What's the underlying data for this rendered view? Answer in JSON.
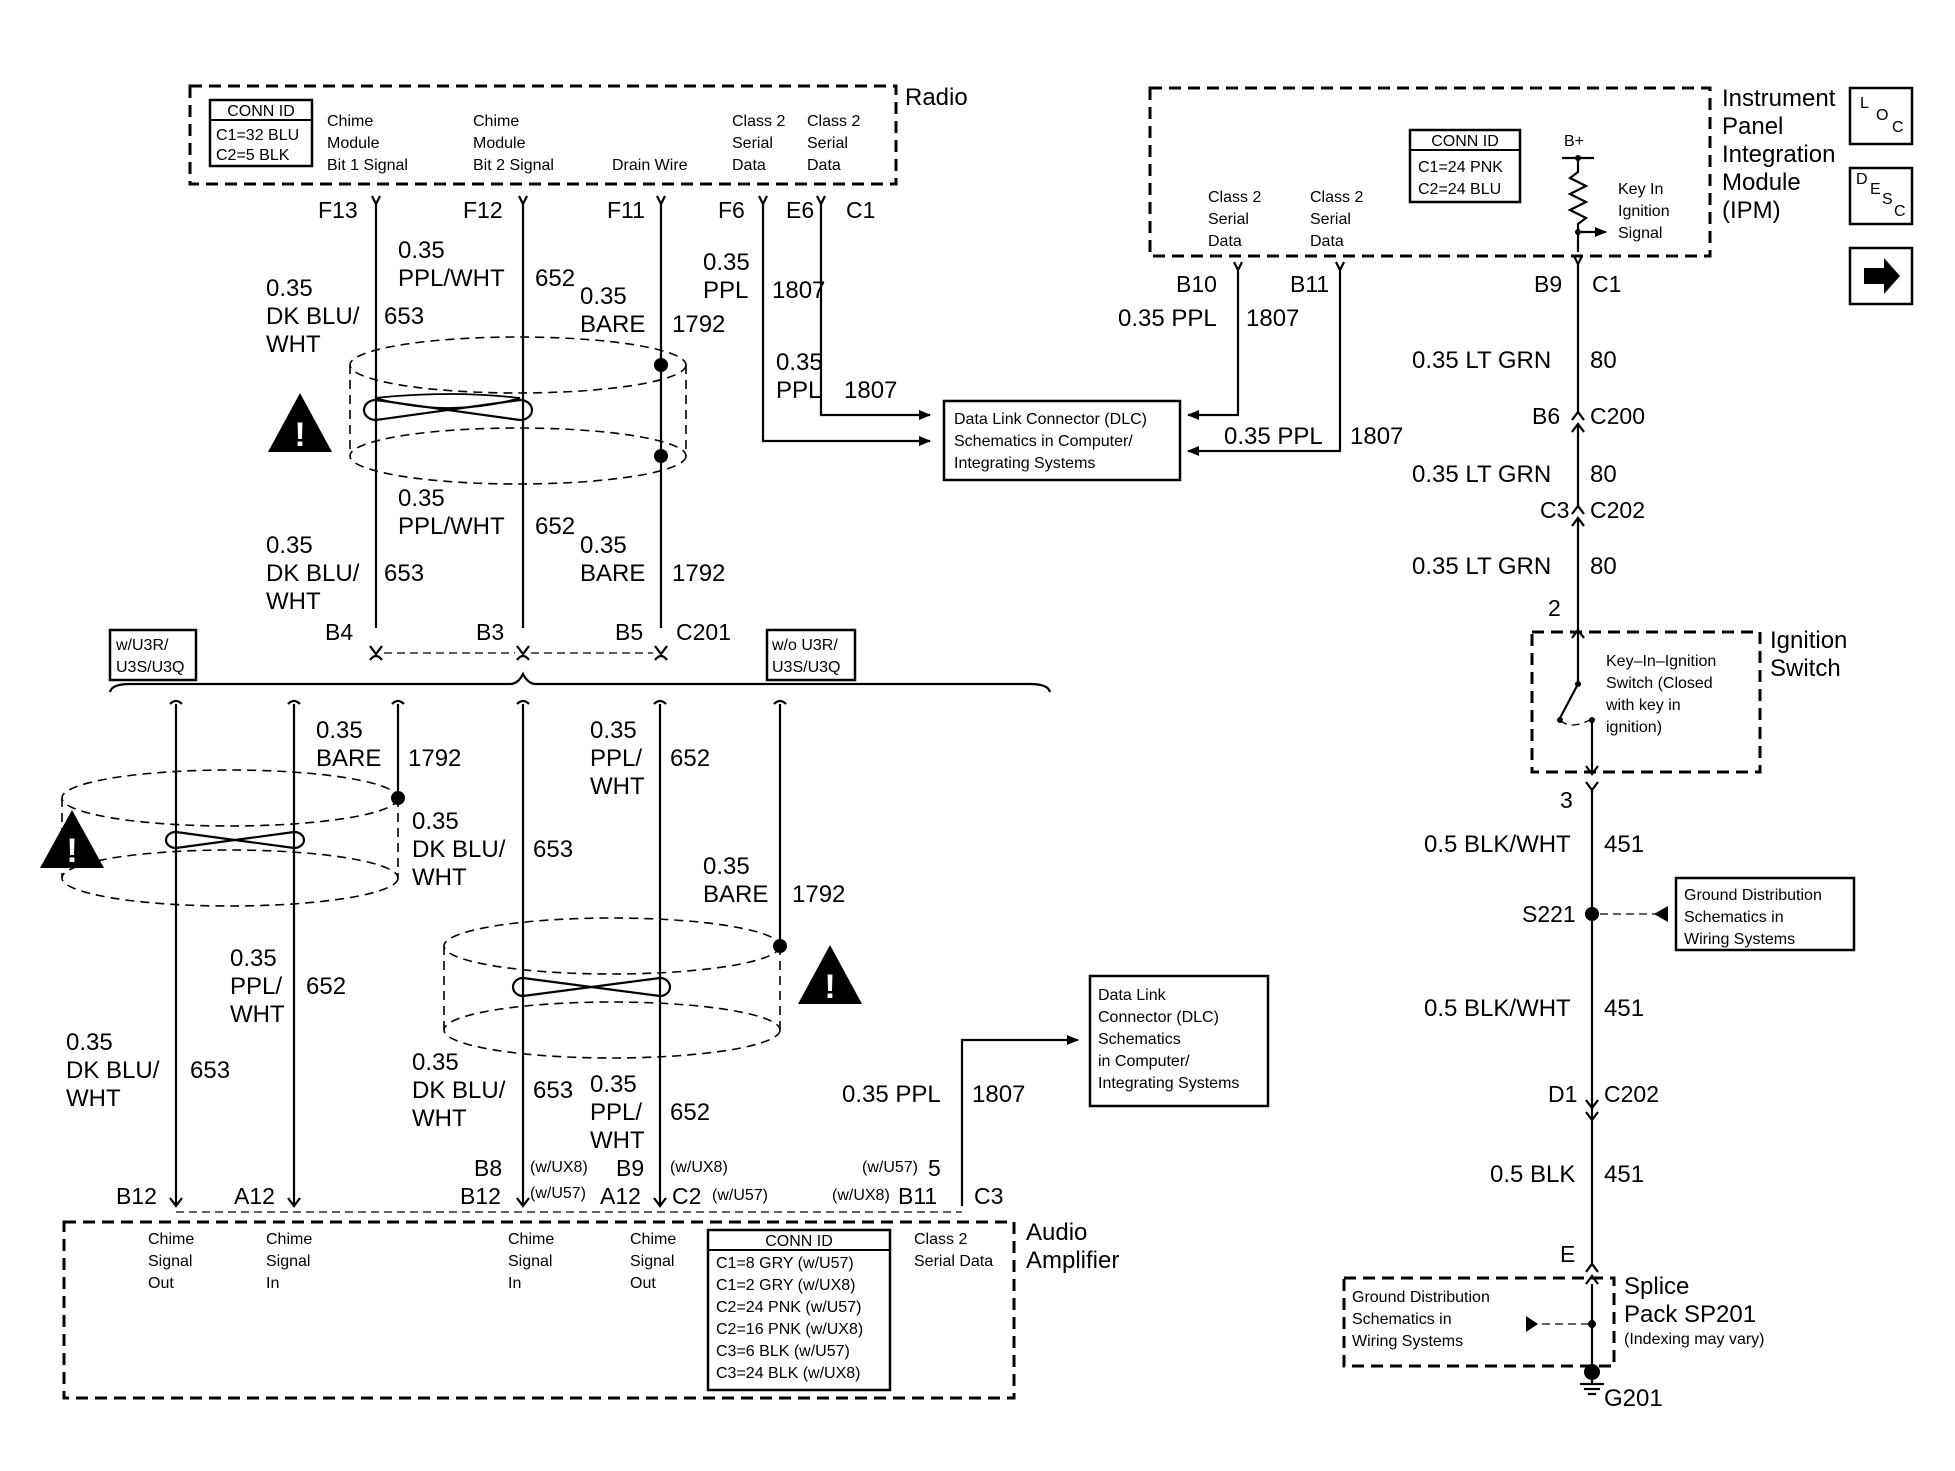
{
  "radio": {
    "name": "Radio",
    "conn_title": "CONN ID",
    "conn_lines": [
      "C1=32 BLU",
      "C2=5 BLK"
    ],
    "pin_labels": {
      "chime1": [
        "Chime",
        "Module",
        "Bit 1 Signal"
      ],
      "chime2": [
        "Chime",
        "Module",
        "Bit 2 Signal"
      ],
      "drain": "Drain Wire",
      "class2a": [
        "Class 2",
        "Serial",
        "Data"
      ],
      "class2b": [
        "Class 2",
        "Serial",
        "Data"
      ]
    },
    "pins": {
      "f13": "F13",
      "f12": "F12",
      "f11": "F11",
      "f6": "F6",
      "e6": "E6",
      "c1": "C1"
    }
  },
  "upper_wires": {
    "w653_top": [
      "0.35",
      "DK BLU/",
      "WHT"
    ],
    "n653_top": "653",
    "w652_top": [
      "0.35",
      "PPL/WHT"
    ],
    "n652_top": "652",
    "wbare_top": [
      "0.35",
      "BARE"
    ],
    "n1792_top": "1792",
    "w653_mid": [
      "0.35",
      "DK BLU/",
      "WHT"
    ],
    "n653_mid": "653",
    "w652_mid": [
      "0.35",
      "PPL/WHT"
    ],
    "n652_mid": "652",
    "wbare_mid": [
      "0.35",
      "BARE"
    ],
    "n1792_mid": "1792",
    "wppl_f6": [
      "0.35",
      "PPL"
    ],
    "n1807_f6": "1807",
    "wppl_e6": [
      "0.35",
      "PPL"
    ],
    "n1807_e6": "1807"
  },
  "c201": {
    "b4": "B4",
    "b3": "B3",
    "b5": "B5",
    "name": "C201"
  },
  "options": {
    "with": [
      "w/U3R/",
      "U3S/U3Q"
    ],
    "without": [
      "w/o U3R/",
      "U3S/U3Q"
    ]
  },
  "lower_wires": {
    "wbare_l": [
      "0.35",
      "BARE"
    ],
    "n1792_l": "1792",
    "w653_l": [
      "0.35",
      "DK BLU/",
      "WHT"
    ],
    "n653_l": "653",
    "w652_l": [
      "0.35",
      "PPL/",
      "WHT"
    ],
    "n652_l": "652",
    "w653_ll": [
      "0.35",
      "DK BLU/",
      "WHT"
    ],
    "n653_ll": "653",
    "w652_r": [
      "0.35",
      "PPL/",
      "WHT"
    ],
    "n652_r": "652",
    "w653_rl": [
      "0.35",
      "DK BLU/",
      "WHT"
    ],
    "n653_rl": "653",
    "wbare_r": [
      "0.35",
      "BARE"
    ],
    "n1792_r": "1792",
    "w652_rl": [
      "0.35",
      "PPL/",
      "WHT"
    ],
    "n652_rl": "652",
    "wppl_amp": "0.35 PPL",
    "n1807_amp": "1807"
  },
  "dlc_box_1": [
    "Data Link Connector (DLC)",
    "Schematics in Computer/",
    "Integrating Systems"
  ],
  "dlc_box_2": [
    "Data Link",
    "Connector (DLC)",
    "Schematics",
    "in Computer/",
    "Integrating Systems"
  ],
  "ipm": {
    "name": [
      "Instrument",
      "Panel",
      "Integration",
      "Module",
      "(IPM)"
    ],
    "conn_title": "CONN ID",
    "conn_lines": [
      "C1=24 PNK",
      "C2=24 BLU"
    ],
    "bplus": "B+",
    "key_in": [
      "Key In",
      "Ignition",
      "Signal"
    ],
    "class2a": [
      "Class 2",
      "Serial",
      "Data"
    ],
    "class2b": [
      "Class 2",
      "Serial",
      "Data"
    ],
    "pins": {
      "b10": "B10",
      "b11": "B11",
      "b9": "B9",
      "c1": "C1"
    },
    "w_b10": "0.35 PPL",
    "n_b10": "1807",
    "w_b11": "0.35 PPL",
    "n_b11": "1807"
  },
  "ignition": {
    "w80_1": "0.35 LT GRN",
    "n80_1": "80",
    "b6": "B6",
    "c200": "C200",
    "w80_2": "0.35 LT GRN",
    "n80_2": "80",
    "c3": "C3",
    "c202": "C202",
    "w80_3": "0.35 LT GRN",
    "n80_3": "80",
    "pin2": "2",
    "switch_name": [
      "Ignition",
      "Switch"
    ],
    "switch_desc": [
      "Key–In–Ignition",
      "Switch (Closed",
      "with key in",
      "ignition)"
    ],
    "pin3": "3",
    "w451_1": "0.5 BLK/WHT",
    "n451_1": "451",
    "s221": "S221",
    "ground_box": [
      "Ground Distribution",
      "Schematics in",
      "Wiring Systems"
    ],
    "w451_2": "0.5 BLK/WHT",
    "n451_2": "451",
    "d1": "D1",
    "c202b": "C202",
    "w451_3": "0.5 BLK",
    "n451_3": "451",
    "e": "E",
    "splice_name": [
      "Splice",
      "Pack SP201"
    ],
    "splice_note": "(Indexing may vary)",
    "ground_box2": [
      "Ground Distribution",
      "Schematics in",
      "Wiring Systems"
    ],
    "g201": "G201"
  },
  "amp": {
    "name": [
      "Audio",
      "Amplifier"
    ],
    "conn_title": "CONN ID",
    "conn_lines": [
      "C1=8 GRY (w/U57)",
      "C1=2 GRY (w/UX8)",
      "C2=24 PNK (w/U57)",
      "C2=16 PNK (w/UX8)",
      "C3=6 BLK (w/U57)",
      "C3=24 BLK (w/UX8)"
    ],
    "pin_labels": {
      "p1": [
        "Chime",
        "Signal",
        "Out"
      ],
      "p2": [
        "Chime",
        "Signal",
        "In"
      ],
      "p3": [
        "Chime",
        "Signal",
        "In"
      ],
      "p4": [
        "Chime",
        "Signal",
        "Out"
      ],
      "p5": [
        "Class 2",
        "Serial Data"
      ]
    },
    "pins": {
      "b12a": "B12",
      "a12a": "A12",
      "b8": "B8",
      "b12b": "B12",
      "wux8a": "(w/UX8)",
      "wu57a": "(w/U57)",
      "b9": "B9",
      "a12b": "A12",
      "wux8b": "(w/UX8)",
      "c2": "C2",
      "wu57b": "(w/U57)",
      "wu57c": "(w/U57)",
      "p5": "5",
      "wux8c": "(w/UX8)",
      "b11": "B11",
      "c3": "C3"
    }
  },
  "nav": {
    "loc": [
      "L",
      "O",
      "C"
    ],
    "desc": [
      "D",
      "E",
      "S",
      "C"
    ],
    "next": "→"
  }
}
